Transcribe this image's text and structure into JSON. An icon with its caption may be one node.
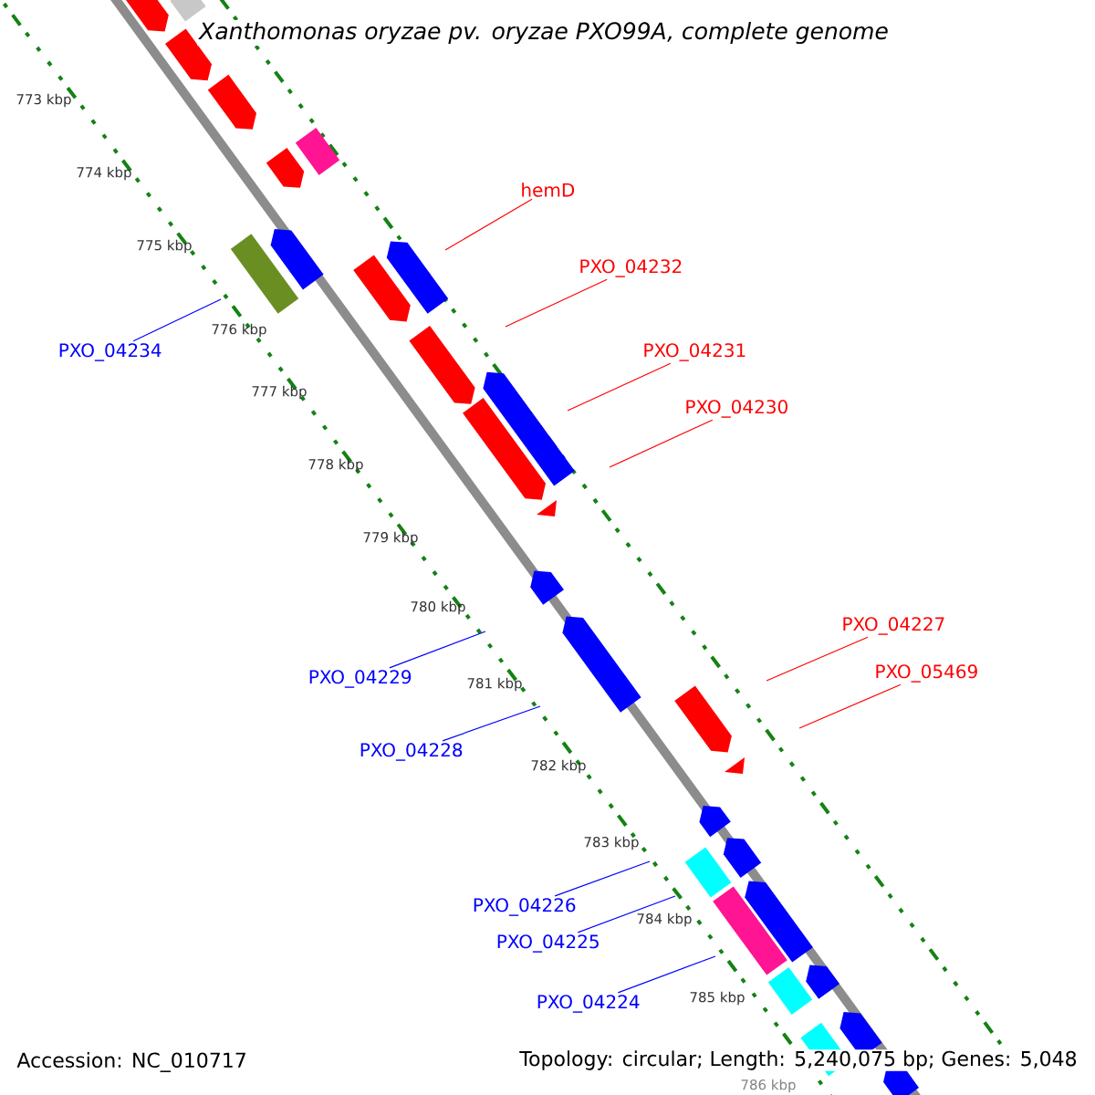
{
  "diagram": {
    "title": "Xanthomonas oryzae pv. oryzae PXO99A, complete genome",
    "nodes": [
      {
        "text": [
          "hemD"
        ]
      },
      {
        "text": [
          "PXO_04232"
        ]
      },
      {
        "text": [
          "PXO_04234"
        ]
      },
      {
        "text": [
          "PXO_04231"
        ]
      },
      {
        "text": [
          "PXO_04230"
        ]
      },
      {
        "text": [
          "PXO_04227"
        ]
      },
      {
        "text": [
          "PXO_04229"
        ]
      },
      {
        "text": [
          "PXO_05469"
        ]
      },
      {
        "text": [
          "PXO_04228"
        ]
      },
      {
        "text": [
          "PXO_04226"
        ]
      },
      {
        "text": [
          "PXO_04225"
        ]
      },
      {
        "text": [
          "PXO_04224"
        ]
      }
    ],
    "edges": [
      {
        "from": 0,
        "to": null,
        "arrow": "none",
        "color": "#ff0000"
      },
      {
        "from": 1,
        "to": null,
        "arrow": "none",
        "color": "#ff0000"
      },
      {
        "from": 2,
        "to": null,
        "arrow": "none",
        "color": "#0000ff"
      },
      {
        "from": 3,
        "to": null,
        "arrow": "none",
        "color": "#ff0000"
      },
      {
        "from": 4,
        "to": null,
        "arrow": "none",
        "color": "#ff0000"
      },
      {
        "from": 5,
        "to": null,
        "arrow": "none",
        "color": "#ff0000"
      },
      {
        "from": 6,
        "to": null,
        "arrow": "none",
        "color": "#0000ff"
      },
      {
        "from": 7,
        "to": null,
        "arrow": "none",
        "color": "#ff0000"
      },
      {
        "from": 8,
        "to": null,
        "arrow": "none",
        "color": "#0000ff"
      },
      {
        "from": 9,
        "to": null,
        "arrow": "none",
        "color": "#0000ff"
      },
      {
        "from": 10,
        "to": null,
        "arrow": "none",
        "color": "#0000ff"
      },
      {
        "from": 11,
        "to": null,
        "arrow": "none",
        "color": "#0000ff"
      }
    ],
    "labels": [
      "773 kbp",
      "774 kbp",
      "775 kbp",
      "776 kbp",
      "777 kbp",
      "778 kbp",
      "779 kbp",
      "780 kbp",
      "781 kbp",
      "782 kbp",
      "783 kbp",
      "784 kbp",
      "785 kbp",
      "786 kbp",
      "Accession: NC_010717",
      "Topology: circular; Length: 5,240,075 bp; Genes: 5,048"
    ]
  }
}
